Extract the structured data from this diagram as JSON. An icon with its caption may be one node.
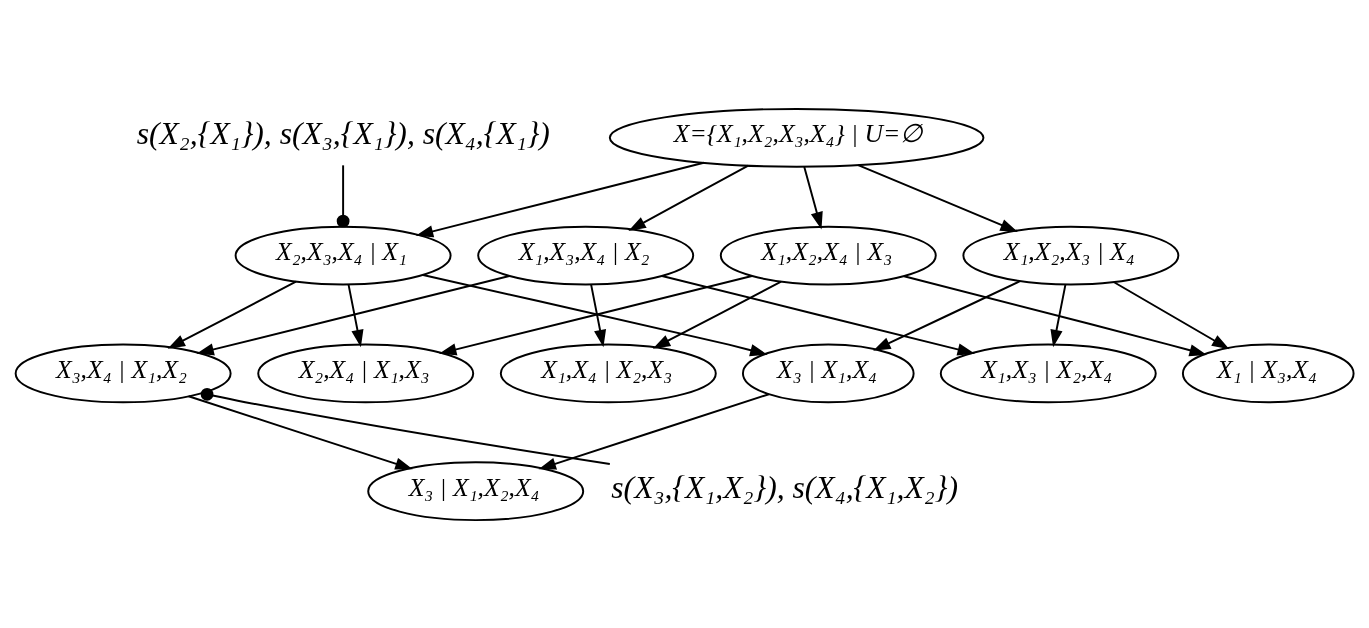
{
  "diagram": {
    "nodes": [
      {
        "text": [
          "X={X₁,X₂,X₃,X₄} | U=∅"
        ]
      },
      {
        "text": [
          "s(X₂,{X₁}), s(X₃,{X₁}), s(X₄,{X₁})"
        ]
      },
      {
        "text": [
          "X₂,X₃,X₄ | X₁"
        ]
      },
      {
        "text": [
          "X₁,X₃,X₄ | X₂"
        ]
      },
      {
        "text": [
          "X₁,X₂,X₄ | X₃"
        ]
      },
      {
        "text": [
          "X₁,X₂,X₃ | X₄"
        ]
      },
      {
        "text": [
          "X₃,X₄ | X₁,X₂"
        ]
      },
      {
        "text": [
          "X₂,X₄ | X₁,X₃"
        ]
      },
      {
        "text": [
          "X₃ | X₁,X₄"
        ]
      },
      {
        "text": [
          "X₁,X₄ | X₂,X₃"
        ]
      },
      {
        "text": [
          "X₁,X₃ | X₂,X₄"
        ]
      },
      {
        "text": [
          "X₁ | X₃,X₄"
        ]
      },
      {
        "text": [
          "s(X₃,{X₁,X₂}), s(X₄,{X₁,X₂})"
        ]
      },
      {
        "text": [
          "X₃ | X₁,X₂,X₄"
        ]
      }
    ],
    "edges": [
      {
        "from": 0,
        "to": 2,
        "arrow": "to"
      },
      {
        "from": 0,
        "to": 3,
        "arrow": "to"
      },
      {
        "from": 0,
        "to": 4,
        "arrow": "to"
      },
      {
        "from": 0,
        "to": 5,
        "arrow": "to"
      },
      {
        "from": 1,
        "to": 2,
        "arrow": "other"
      },
      {
        "from": 2,
        "to": 6,
        "arrow": "to"
      },
      {
        "from": 2,
        "to": 7,
        "arrow": "to"
      },
      {
        "from": 2,
        "to": 8,
        "arrow": "to"
      },
      {
        "from": 3,
        "to": 6,
        "arrow": "to"
      },
      {
        "from": 3,
        "to": 9,
        "arrow": "to"
      },
      {
        "from": 3,
        "to": 10,
        "arrow": "to"
      },
      {
        "from": 4,
        "to": 7,
        "arrow": "to"
      },
      {
        "from": 4,
        "to": 9,
        "arrow": "to"
      },
      {
        "from": 4,
        "to": 11,
        "arrow": "to"
      },
      {
        "from": 5,
        "to": 8,
        "arrow": "to"
      },
      {
        "from": 5,
        "to": 10,
        "arrow": "to"
      },
      {
        "from": 5,
        "to": 11,
        "arrow": "to"
      },
      {
        "from": 6,
        "to": 13,
        "arrow": "to"
      },
      {
        "from": 8,
        "to": 13,
        "arrow": "to"
      },
      {
        "from": 12,
        "to": 6,
        "arrow": "other"
      }
    ]
  }
}
